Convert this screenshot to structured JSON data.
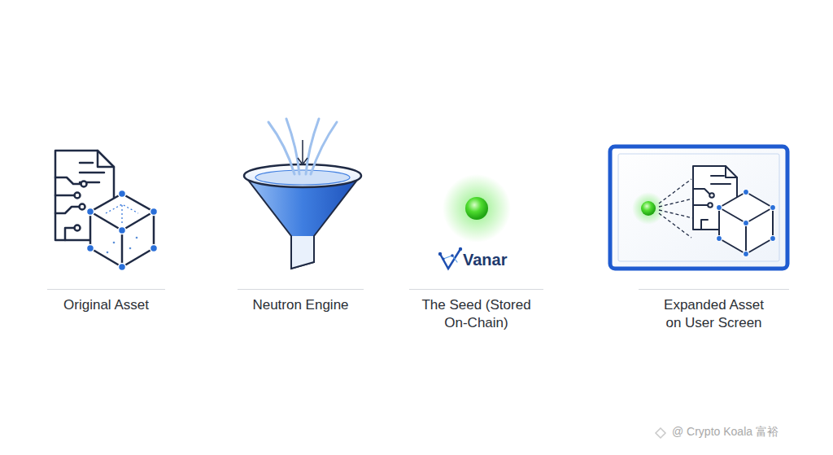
{
  "diagram": {
    "nodes": [
      {
        "text": [
          "Original Asset"
        ]
      },
      {
        "text": [
          "Neutron Engine"
        ]
      },
      {
        "text": [
          "The Seed (Stored On-Chain)"
        ]
      },
      {
        "text": [
          "Expanded Asset on User Screen"
        ]
      }
    ],
    "edges": [
      {
        "from": 0,
        "to": 1,
        "arrow": "to"
      },
      {
        "from": 1,
        "to": 2,
        "arrow": "to"
      },
      {
        "from": 2,
        "to": 3,
        "arrow": "to"
      }
    ],
    "labels": [
      "Vanar",
      "@ Crypto Koala 富裕"
    ]
  }
}
